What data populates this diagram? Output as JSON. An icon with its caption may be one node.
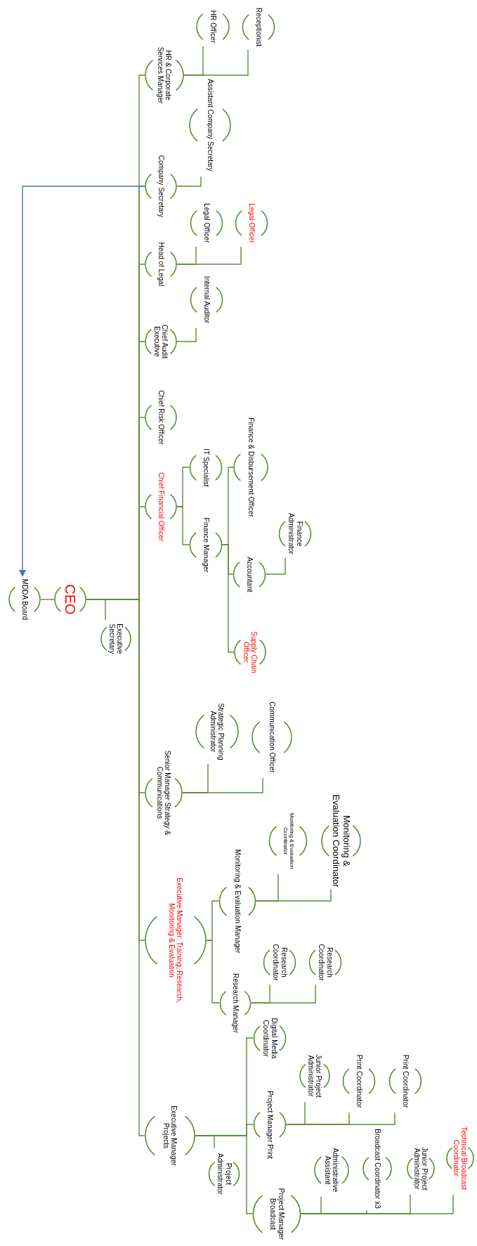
{
  "diagram": {
    "nodes": [
      {
        "text": [
          "MDDA Board"
        ]
      },
      {
        "text": [
          "CEO"
        ]
      },
      {
        "text": [
          "Executive Secretary"
        ]
      },
      {
        "text": [
          "HR & Corporate Services Manager"
        ]
      },
      {
        "text": [
          "HR Officer"
        ]
      },
      {
        "text": [
          "Receptionist"
        ]
      },
      {
        "text": [
          "Company Secretary"
        ]
      },
      {
        "text": [
          "Assistant Company Secretary"
        ]
      },
      {
        "text": [
          "Head of Legal"
        ]
      },
      {
        "text": [
          "Legal Officer"
        ]
      },
      {
        "text": [
          "Legal Officer"
        ]
      },
      {
        "text": [
          "Chief Audit Executive"
        ]
      },
      {
        "text": [
          "Internal Auditor"
        ]
      },
      {
        "text": [
          "Chief Risk Officer"
        ]
      },
      {
        "text": [
          "Chief Financial Officer"
        ]
      },
      {
        "text": [
          "IT Specialist"
        ]
      },
      {
        "text": [
          "Finance Manager"
        ]
      },
      {
        "text": [
          "Finance & Disbursement Officer"
        ]
      },
      {
        "text": [
          "Accountant"
        ]
      },
      {
        "text": [
          "Finance Administrator"
        ]
      },
      {
        "text": [
          "Supply Chain Officer"
        ]
      },
      {
        "text": [
          "Senior Manager Strategy & Communications"
        ]
      },
      {
        "text": [
          "Strategic Planning Administrator"
        ]
      },
      {
        "text": [
          "Communication Officer"
        ]
      },
      {
        "text": [
          "Executive Manager: Training, Research, Monitoring & Evaluation"
        ]
      },
      {
        "text": [
          "Monitoring & Evaluation Manager"
        ]
      },
      {
        "text": [
          "Monitoring & Evaluation Coordinator"
        ]
      },
      {
        "text": [
          "Monitoring & Evaluation Coordinator"
        ]
      },
      {
        "text": [
          "Research Manager"
        ]
      },
      {
        "text": [
          "Research Coordinator"
        ]
      },
      {
        "text": [
          "Research Coordinator"
        ]
      },
      {
        "text": [
          "Executive Manager Projects"
        ]
      },
      {
        "text": [
          "Project Administrator"
        ]
      },
      {
        "text": [
          "Digital Media Coordinator"
        ]
      },
      {
        "text": [
          "Project Manager Print"
        ]
      },
      {
        "text": [
          "Junior Project Administrator"
        ]
      },
      {
        "text": [
          "Print Coordinator"
        ]
      },
      {
        "text": [
          "Print Coordinator"
        ]
      },
      {
        "text": [
          "Project Manager Broadcast"
        ]
      },
      {
        "text": [
          "Administrative Assistant"
        ]
      },
      {
        "text": [
          "Broadcast Coordinator x3"
        ]
      },
      {
        "text": [
          "Junior Project Administrator"
        ]
      },
      {
        "text": [
          "Technical Broadcast Coordinator"
        ]
      }
    ],
    "edges": [
      {
        "from": 0,
        "to": 1,
        "arrow": "none"
      },
      {
        "from": 1,
        "to": 2,
        "arrow": "none"
      },
      {
        "from": 1,
        "to": 3,
        "arrow": "none"
      },
      {
        "from": 1,
        "to": 6,
        "arrow": "none"
      },
      {
        "from": 1,
        "to": 8,
        "arrow": "none"
      },
      {
        "from": 1,
        "to": 11,
        "arrow": "none"
      },
      {
        "from": 1,
        "to": 13,
        "arrow": "none"
      },
      {
        "from": 1,
        "to": 14,
        "arrow": "none"
      },
      {
        "from": 1,
        "to": 21,
        "arrow": "none"
      },
      {
        "from": 1,
        "to": 24,
        "arrow": "none"
      },
      {
        "from": 1,
        "to": 31,
        "arrow": "none"
      },
      {
        "from": 3,
        "to": 4,
        "arrow": "none"
      },
      {
        "from": 3,
        "to": 5,
        "arrow": "none"
      },
      {
        "from": 6,
        "to": 7,
        "arrow": "none"
      },
      {
        "from": 8,
        "to": 9,
        "arrow": "none"
      },
      {
        "from": 8,
        "to": 10,
        "arrow": "none"
      },
      {
        "from": 11,
        "to": 12,
        "arrow": "none"
      },
      {
        "from": 14,
        "to": 15,
        "arrow": "none"
      },
      {
        "from": 14,
        "to": 16,
        "arrow": "none"
      },
      {
        "from": 16,
        "to": 17,
        "arrow": "none"
      },
      {
        "from": 16,
        "to": 18,
        "arrow": "none"
      },
      {
        "from": 16,
        "to": 20,
        "arrow": "none"
      },
      {
        "from": 18,
        "to": 19,
        "arrow": "none"
      },
      {
        "from": 21,
        "to": 22,
        "arrow": "none"
      },
      {
        "from": 21,
        "to": 23,
        "arrow": "none"
      },
      {
        "from": 24,
        "to": 25,
        "arrow": "none"
      },
      {
        "from": 24,
        "to": 28,
        "arrow": "none"
      },
      {
        "from": 25,
        "to": 26,
        "arrow": "none"
      },
      {
        "from": 25,
        "to": 27,
        "arrow": "none"
      },
      {
        "from": 28,
        "to": 29,
        "arrow": "none"
      },
      {
        "from": 28,
        "to": 30,
        "arrow": "none"
      },
      {
        "from": 31,
        "to": 32,
        "arrow": "none"
      },
      {
        "from": 31,
        "to": 33,
        "arrow": "none"
      },
      {
        "from": 31,
        "to": 34,
        "arrow": "none"
      },
      {
        "from": 31,
        "to": 38,
        "arrow": "none"
      },
      {
        "from": 34,
        "to": 35,
        "arrow": "none"
      },
      {
        "from": 34,
        "to": 36,
        "arrow": "none"
      },
      {
        "from": 34,
        "to": 37,
        "arrow": "none"
      },
      {
        "from": 38,
        "to": 39,
        "arrow": "none"
      },
      {
        "from": 38,
        "to": 40,
        "arrow": "none"
      },
      {
        "from": 38,
        "to": 41,
        "arrow": "none"
      },
      {
        "from": 38,
        "to": 42,
        "arrow": "none"
      },
      {
        "from": 6,
        "to": 0,
        "arrow": "to",
        "color": "#4472c4"
      }
    ]
  }
}
